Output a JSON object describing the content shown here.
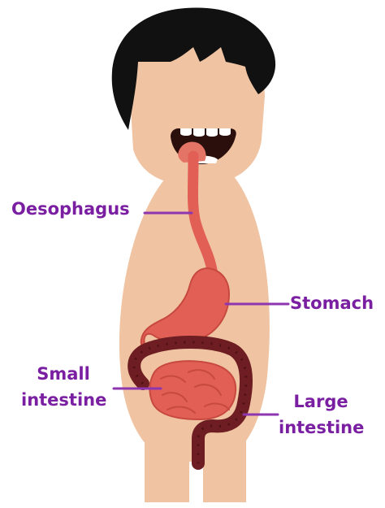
{
  "colors": {
    "skin": "#F0C4A2",
    "hair": "#111111",
    "mouth": "#2A0F0C",
    "tongue": "#E37466",
    "teeth": "#FFFFFF",
    "organ": "#E15F55",
    "organ_dark": "#C7493F",
    "large_intestine": "#6E1E22",
    "large_intestine_dark": "#4E1014",
    "label": "#7A1FA2",
    "leader_line": "#8E35B0"
  },
  "labels": {
    "oesophagus": "Oesophagus",
    "stomach": "Stomach",
    "small_intestine_line1": "Small",
    "small_intestine_line2": "intestine",
    "large_intestine_line1": "Large",
    "large_intestine_line2": "intestine"
  }
}
